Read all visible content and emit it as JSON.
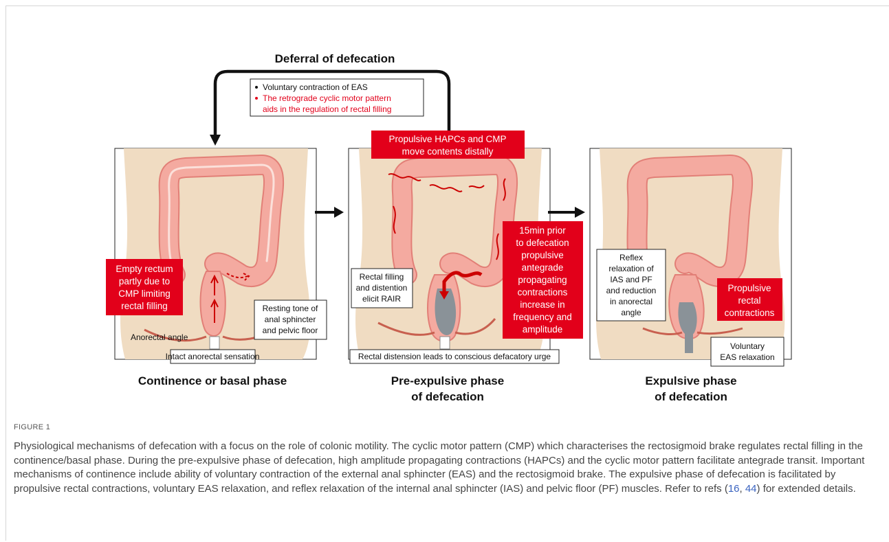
{
  "diagram": {
    "title": "Deferral of defecation",
    "top_note": {
      "line1": "Voluntary contraction of EAS",
      "line2a": "The retrograde cyclic motor pattern",
      "line2b": "aids in the regulation of rectal filling"
    },
    "panel1": {
      "phase_label": "Continence or basal phase",
      "red_box": [
        "Empty rectum",
        "partly due to",
        "CMP limiting",
        "rectal filling"
      ],
      "resting_box": [
        "Resting tone of",
        "anal sphincter",
        "and pelvic floor"
      ],
      "anorectal_angle": "Anorectal angle",
      "bottom_box": "Intact anorectal sensation"
    },
    "panel2": {
      "phase_label_1": "Pre-expulsive phase",
      "phase_label_2": "of defecation",
      "top_red": [
        "Propulsive HAPCs and CMP",
        "move contents distally"
      ],
      "side_red": [
        "15min prior",
        "to defecation",
        "propulsive",
        "antegrade",
        "propagating",
        "contractions",
        "increase in",
        "frequency and",
        "amplitude"
      ],
      "filling_box": [
        "Rectal filling",
        "and distention",
        "elicit RAIR"
      ],
      "bottom_box": "Rectal distension leads to conscious defacatory urge"
    },
    "panel3": {
      "phase_label_1": "Expulsive phase",
      "phase_label_2": "of defecation",
      "reflex_box": [
        "Reflex",
        "relaxation of",
        "IAS and PF",
        "and reduction",
        "in anorectal",
        "angle"
      ],
      "red_box": [
        "Propulsive",
        "rectal",
        "contractions"
      ],
      "eas_box": [
        "Voluntary",
        "EAS relaxation"
      ]
    },
    "colors": {
      "accent_red": "#e2001a",
      "skin": "#f0dcc2",
      "colon": "#f4aaa0",
      "feces": "#8a9298"
    }
  },
  "caption": {
    "figure_label": "FIGURE 1",
    "text": "Physiological mechanisms of defecation with a focus on the role of colonic motility. The cyclic motor pattern (CMP) which characterises the rectosigmoid brake regulates rectal filling in the continence/basal phase. During the pre-expulsive phase of defecation, high amplitude propagating contractions (HAPCs) and the cyclic motor pattern facilitate antegrade transit. Important mechanisms of continence include ability of voluntary contraction of the external anal sphincter (EAS) and the rectosigmoid brake. The expulsive phase of defecation is facilitated by propulsive rectal contractions, voluntary EAS relaxation, and reflex relaxation of the internal anal sphincter (IAS) and pelvic floor (PF) muscles. Refer to refs (",
    "ref1": "16",
    "ref_sep": ", ",
    "ref2": "44",
    "text_end": ") for extended details."
  }
}
